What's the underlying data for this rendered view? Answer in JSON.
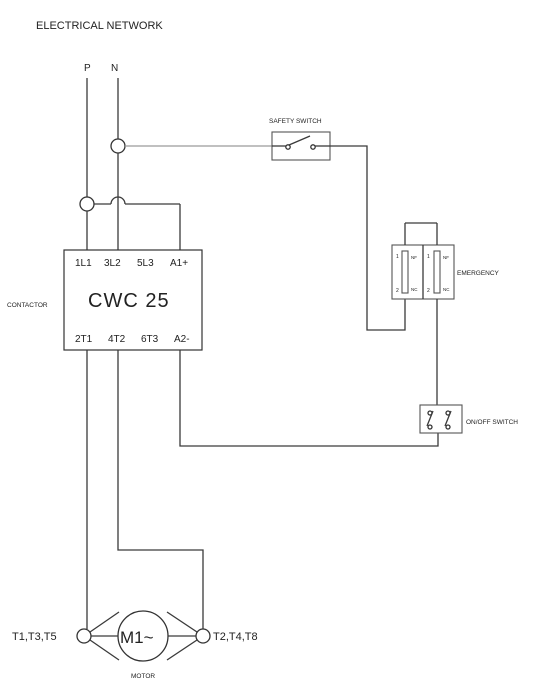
{
  "title": "ELECTRICAL NETWORK",
  "supply": {
    "phase": "P",
    "neutral": "N"
  },
  "contactor": {
    "label": "CONTACTOR",
    "model": "CWC 25",
    "top_terminals": [
      "1L1",
      "3L2",
      "5L3",
      "A1+"
    ],
    "bottom_terminals": [
      "2T1",
      "4T2",
      "6T3",
      "A2-"
    ]
  },
  "safety_switch": {
    "label": "SAFETY SWITCH"
  },
  "emergency": {
    "label": "EMERGENCY",
    "left": {
      "top_num": "1",
      "bottom_num": "2",
      "top_tag": "NF",
      "bottom_tag": "NC"
    },
    "right": {
      "top_num": "1",
      "bottom_num": "2",
      "top_tag": "NF",
      "bottom_tag": "NC"
    }
  },
  "onoff_switch": {
    "label": "ON/OFF SWITCH"
  },
  "motor": {
    "label": "MOTOR",
    "symbol": "M1~",
    "left_terminals": "T1,T3,T5",
    "right_terminals": "T2,T4,T8"
  }
}
